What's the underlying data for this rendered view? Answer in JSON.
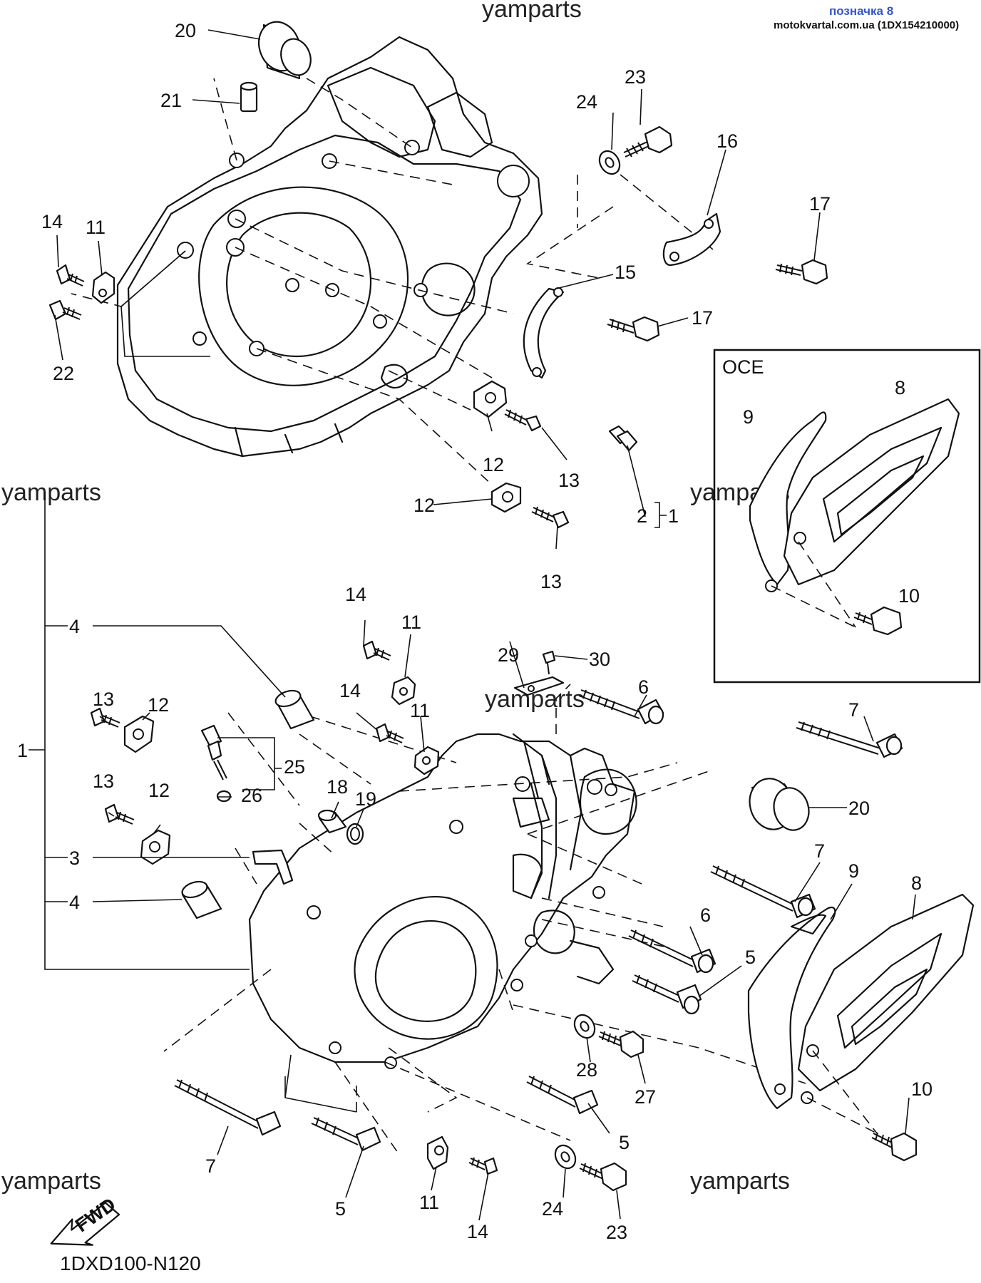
{
  "header": {
    "badge": "позначка 8",
    "source": "motokvartal.com.ua (1DX154210000)"
  },
  "diagram_code": "1DXD100-N120",
  "watermark": "yamparts",
  "inset_title": "OCE",
  "fwd_label": "FWD",
  "callouts": {
    "c20a": "20",
    "c21": "21",
    "c23a": "23",
    "c24a": "24",
    "c16": "16",
    "c17a": "17",
    "c14a": "14",
    "c11a": "11",
    "c22": "22",
    "c15": "15",
    "c17b": "17",
    "c12a": "12",
    "c13a": "13",
    "c12b": "12",
    "c13b": "13",
    "c2": "2",
    "c1a": "1",
    "c9a": "9",
    "c8a": "8",
    "c10a": "10",
    "c4a": "4",
    "c14b": "14",
    "c11b": "11",
    "c29": "29",
    "c30": "30",
    "c6a": "6",
    "c13c": "13",
    "c12c": "12",
    "c14c": "14",
    "c11c": "11",
    "c7a": "7",
    "c25": "25",
    "c26": "26",
    "c1b": "1",
    "c13d": "13",
    "c12d": "12",
    "c18": "18",
    "c19": "19",
    "c20b": "20",
    "c3": "3",
    "c7b": "7",
    "c9b": "9",
    "c8b": "8",
    "c4b": "4",
    "c6b": "6",
    "c5a": "5",
    "c28": "28",
    "c27": "27",
    "c5b": "5",
    "c7c": "7",
    "c10b": "10",
    "c5c": "5",
    "c11d": "11",
    "c14d": "14",
    "c24b": "24",
    "c23b": "23"
  }
}
